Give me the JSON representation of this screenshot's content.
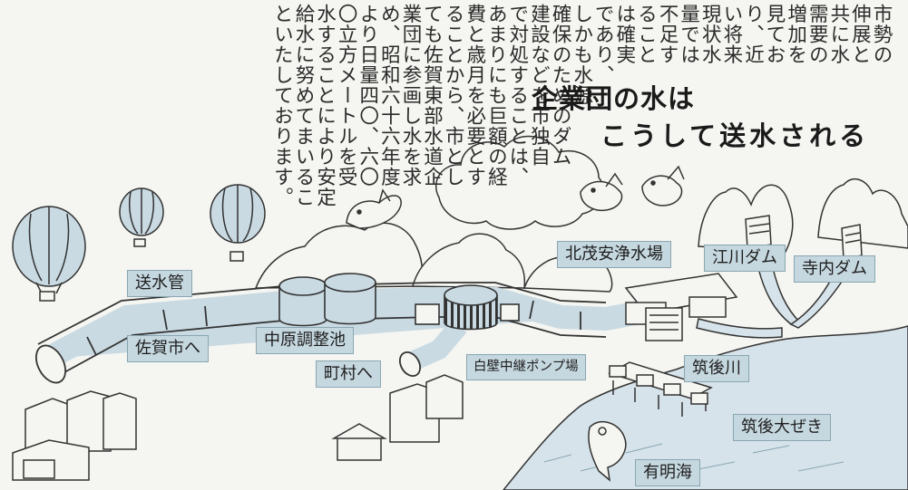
{
  "intro_text_columns": [
    "市勢の",
    "伸展と",
    "共に水",
    "需要の",
    "増加を",
    "見てお",
    "り、近",
    "い将来",
    "現状水",
    "量では",
    "不足す",
    "ること",
    "は確実",
    "であり、",
    "しかも水源",
    "確保のためのダム",
    "建設などを市独自",
    "で対処することは、",
    "あまりにも巨額の経",
    "費と歳月を必要とす",
    "ることから、市とし",
    "ても佐賀東部水道企",
    "業団に参画し水を求",
    "め、昭和六十六年度",
    "より日量四〇、六〇",
    "〇立方メートルを受",
    "水することにより安定",
    "給水に努めてまいるこ",
    "といたしております。"
  ],
  "title": {
    "line1": "企業団の水は",
    "line2": "こうして送水される"
  },
  "labels": {
    "soushuikan": "送水管",
    "saga_he": "佐賀市へ",
    "nakabaru": "中原調整池",
    "chouson_he": "町村へ",
    "shirakabe": "白壁中継ポンプ場",
    "kitashigeyasu": "北茂安浄水場",
    "egawa": "江川ダム",
    "terauchi": "寺内ダム",
    "chikugogawa": "筑後川",
    "chikugo_weir": "筑後大ぜき",
    "ariake": "有明海"
  },
  "colors": {
    "background": "#f5f5f1",
    "label_fill": "#c5d7df",
    "pipe_fill": "#c9dae2",
    "river_fill": "#d6e3ea",
    "line": "#333333"
  }
}
